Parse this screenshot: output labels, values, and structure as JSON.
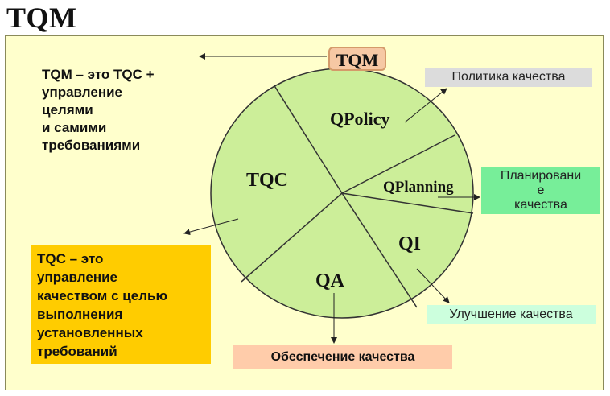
{
  "page": {
    "title": "TQM"
  },
  "notes": {
    "tqm_definition": [
      "TQM – это TQC +",
      "управление",
      "целями",
      "и самими",
      "требованиями"
    ],
    "tqc_definition": [
      "TQC – это",
      "управление",
      "качеством с целью",
      "выполнения",
      "установленных",
      "требований"
    ]
  },
  "badge": {
    "tqm": "TQM"
  },
  "segments": {
    "policy": "QPolicy",
    "planning": "QPlanning",
    "improvement": "QI",
    "assurance": "QA",
    "control": "TQC"
  },
  "labels": {
    "policy": "Политика качества",
    "planning": [
      "Планировани",
      "е",
      "качества"
    ],
    "improvement": "Улучшение качества",
    "assurance": "Обеспечение качества"
  },
  "colors": {
    "panel_background": "#ffffcc",
    "circle_fill": "#ccee99",
    "tqc_note_fill": "#ffcc00",
    "tqm_badge_fill": "#f6c8a4",
    "policy_label_fill": "#dcdcdc",
    "planning_label_fill": "#77ee99",
    "improvement_label_fill": "#ccffdd",
    "assurance_label_fill": "#ffccaa"
  }
}
